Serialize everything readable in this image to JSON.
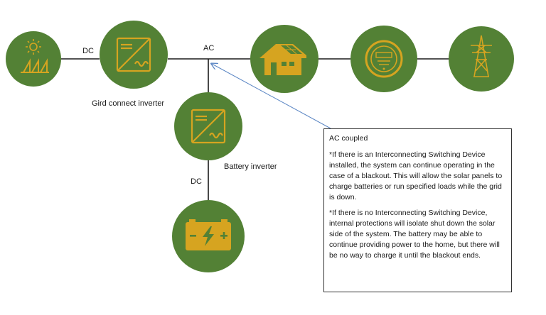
{
  "labels": {
    "dc_top": "DC",
    "ac_top": "AC",
    "grid_inverter": "Gird connect inverter",
    "battery_inverter": "Battery inverter",
    "dc_bottom": "DC"
  },
  "nodes": [
    {
      "id": "solar",
      "icon": "solar-panel-sun-icon"
    },
    {
      "id": "grid-inverter",
      "icon": "inverter-icon"
    },
    {
      "id": "house",
      "icon": "house-solar-roof-icon"
    },
    {
      "id": "meter",
      "icon": "electricity-meter-icon"
    },
    {
      "id": "grid",
      "icon": "transmission-tower-icon"
    },
    {
      "id": "battery-inverter",
      "icon": "inverter-icon"
    },
    {
      "id": "battery",
      "icon": "battery-icon"
    }
  ],
  "note": {
    "title": "AC coupled",
    "p1": "*If there is an Interconnecting Switching Device installed, the system can continue operating in the case of a blackout. This will allow the solar panels to charge batteries or run specified loads while the grid is down.",
    "p2": "*If there is no Interconnecting Switching Device, internal protections will isolate shut down the solar side of the system. The battery may be able to continue providing power to the home, but there will be no way to charge it until the blackout ends."
  },
  "colors": {
    "node_fill": "#538135",
    "icon": "#d6a420",
    "line": "#1a1a1a",
    "arrow": "#5b86c4"
  }
}
